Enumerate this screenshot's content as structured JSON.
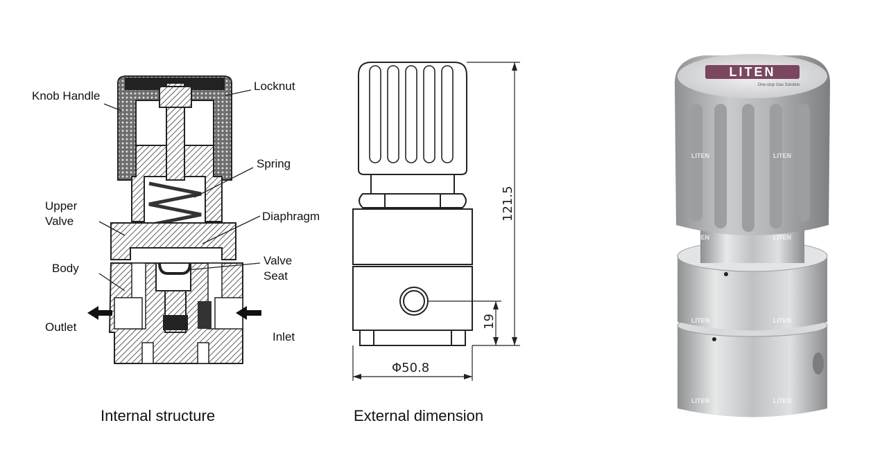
{
  "internal_structure": {
    "caption": "Internal structure",
    "labels": {
      "knob_handle": "Knob Handle",
      "locknut": "Locknut",
      "spring": "Spring",
      "upper_valve": [
        "Upper",
        "Valve"
      ],
      "diaphragm": "Diaphragm",
      "body": "Body",
      "valve_seat": [
        "Valve",
        "Seat"
      ],
      "outlet": "Outlet",
      "inlet": "Inlet"
    }
  },
  "external_dimension": {
    "caption": "External dimension",
    "height": "121.5",
    "port_height": "19",
    "diameter": "Φ50.8"
  },
  "product_photo": {
    "brand": "LITEN",
    "tagline": "One-stop Gas Solution",
    "watermark": "LITEN",
    "colors": {
      "knob": "#a9abae",
      "body": "#c8cacc"
    }
  }
}
